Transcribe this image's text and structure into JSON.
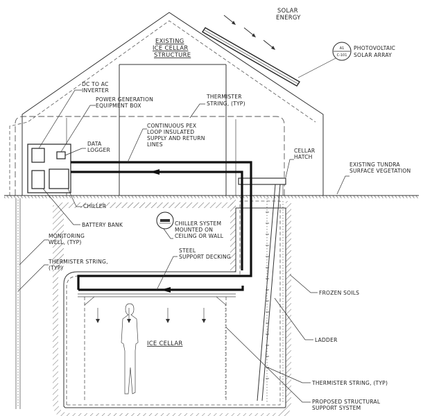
{
  "labels": {
    "solar_energy_1": "SOLAR",
    "solar_energy_2": "ENERGY",
    "existing_1": "EXISTING",
    "existing_2": "ICE CELLAR",
    "existing_3": "STRUCTURE",
    "callout_top": "A1",
    "callout_bottom": "C-101",
    "pv_1": "PHOTOVOLTAIC",
    "pv_2": "SOLAR ARRAY",
    "inverter_1": "DC TO AC",
    "inverter_2": "INVERTER",
    "power_1": "POWER GENERATION",
    "power_2": "EQUIPMENT BOX",
    "thermister_top_1": "THERMISTER",
    "thermister_top_2": "STRING, (TYP)",
    "pex_1": "CONTINUOUS PEX",
    "pex_2": "LOOP INSULATED",
    "pex_3": "SUPPLY AND RETURN",
    "pex_4": "LINES",
    "logger_1": "DATA",
    "logger_2": "LOGGER",
    "hatch_1": "CELLAR",
    "hatch_2": "HATCH",
    "tundra_1": "EXISTING TUNDRA",
    "tundra_2": "SURFACE VEGETATION",
    "chiller": "CHILLER",
    "battery": "BATTERY BANK",
    "chiller_sys_1": "CHILLER SYSTEM",
    "chiller_sys_2": "MOUNTED ON",
    "chiller_sys_3": "CEILING OR WALL",
    "monitoring_1": "MONITORING",
    "monitoring_2": "WELL, (TYP)",
    "thermister_left_1": "THERMISTER STRING,",
    "thermister_left_2": "(TYP)",
    "steel_1": "STEEL",
    "steel_2": "SUPPORT DECKING",
    "frozen": "FROZEN SOILS",
    "ice_cellar": "ICE CELLAR",
    "ladder": "LADDER",
    "thermister_bottom": "THERMISTER STRING, (TYP)",
    "proposed_1": "PROPOSED STRUCTURAL",
    "proposed_2": "SUPPORT SYSTEM"
  },
  "colors": {
    "line": "#333333",
    "pipe": "#111111",
    "hatch": "#555555",
    "background": "#ffffff"
  },
  "icons": {
    "callout": "section-callout-circle",
    "chiller_unit": "chiller-unit-icon",
    "person": "person-silhouette"
  }
}
